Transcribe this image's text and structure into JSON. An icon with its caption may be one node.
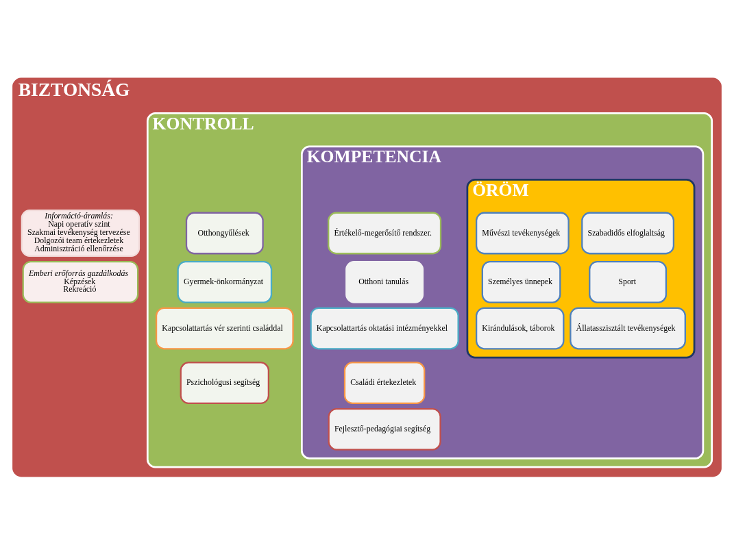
{
  "diagram": {
    "nodes": [
      {
        "text": [
          "BIZTONSÁG"
        ]
      },
      {
        "text": [
          "Információ-áramlás:",
          "Napi operatív szint",
          "Szakmai tevékenység tervezése",
          "Dolgozói team értekezletek",
          "Adminisztráció ellenőrzése"
        ],
        "in": 0
      },
      {
        "text": [
          "Emberi erőforrás gazdálkodás",
          "Képzések",
          "Rekreáció"
        ],
        "in": 0
      },
      {
        "text": [
          "KONTROLL"
        ],
        "in": 0
      },
      {
        "text": [
          "Otthongyűlések"
        ],
        "in": 3
      },
      {
        "text": [
          "Gyermek-önkormányzat"
        ],
        "in": 3
      },
      {
        "text": [
          "Kapcsolattartás vér szerinti családdal"
        ],
        "in": 3
      },
      {
        "text": [
          "Pszichológusi segítség"
        ],
        "in": 3
      },
      {
        "text": [
          "KOMPETENCIA"
        ],
        "in": 3
      },
      {
        "text": [
          "Értékelő-megerősítő rendszer."
        ],
        "in": 8
      },
      {
        "text": [
          "Otthoni tanulás"
        ],
        "in": 8
      },
      {
        "text": [
          "Kapcsolattartás oktatási intézményekkel"
        ],
        "in": 8
      },
      {
        "text": [
          "Családi értekezletek"
        ],
        "in": 8
      },
      {
        "text": [
          "Fejlesztő-pedagógiai segítség"
        ],
        "in": 8
      },
      {
        "text": [
          "ÖRÖM"
        ],
        "in": 8
      },
      {
        "text": [
          "Szabadidős elfoglaltság"
        ],
        "in": 14
      },
      {
        "text": [
          "Művészi tevékenységek"
        ],
        "in": 14
      },
      {
        "text": [
          "Sport"
        ],
        "in": 14
      },
      {
        "text": [
          "Személyes ünnepek"
        ],
        "in": 14
      },
      {
        "text": [
          "Állatasszisztált tevékenységek"
        ],
        "in": 14
      },
      {
        "text": [
          "Kirándulások, táborok"
        ],
        "in": 14
      }
    ]
  }
}
